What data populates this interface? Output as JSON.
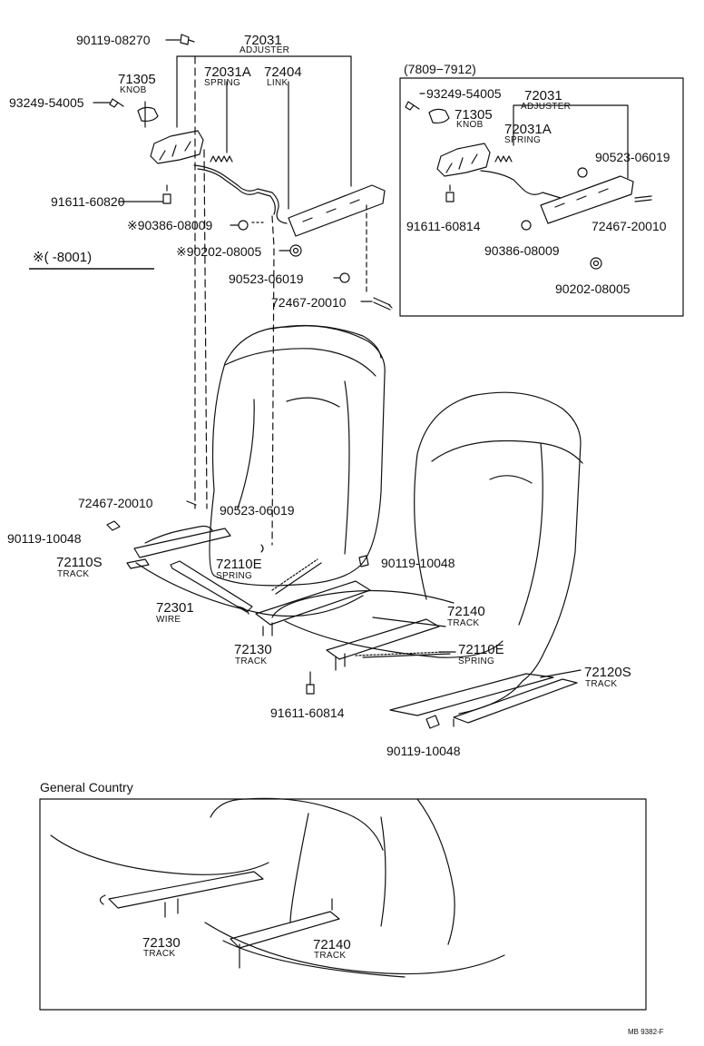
{
  "labels": {
    "p_90119_08270": "90119-08270",
    "adj_num": "72031",
    "adj_name": "ADJUSTER",
    "knob_num": "71305",
    "knob_name": "KNOB",
    "spring_num": "72031A",
    "spring_name": "SPRING",
    "link_num": "72404",
    "link_name": "LINK",
    "p_93249": "93249-54005",
    "p_91611_60820": "91611-60820",
    "p_90386": "※90386-08009",
    "p_90202": "※90202-08005",
    "p_90523": "90523-06019",
    "p_72467": "72467-20010",
    "p_72467_b": "72467-20010",
    "p_90523_b": "90523-06019",
    "p_90119_10048_a": "90119-10048",
    "p_90119_10048_b": "90119-10048",
    "p_90119_10048_c": "90119-10048",
    "track_72110s": "72110S",
    "track_word_a": "TRACK",
    "spring_72110e_a": "72110E",
    "spring_word_a": "SPRING",
    "wire_num": "72301",
    "wire_name": "WIRE",
    "track_72130": "72130",
    "track_word_b": "TRACK",
    "track_72140": "72140",
    "track_word_c": "TRACK",
    "spring_72110e_b": "72110E",
    "spring_word_b": "SPRING",
    "track_72120s": "72120S",
    "track_word_d": "TRACK",
    "p_91611_60814": "91611-60814",
    "date_note": "※(      -8001)"
  },
  "inset": {
    "range": "(7809−7912)",
    "p_93249": "93249-54005",
    "adj_num": "72031",
    "adj_name": "ADJUSTER",
    "knob_num": "71305",
    "knob_name": "KNOB",
    "spring_num": "72031A",
    "spring_name": "SPRING",
    "p_90523": "90523-06019",
    "p_91611": "91611-60814",
    "p_72467": "72467-20010",
    "p_90386": "90386-08009",
    "p_90202": "90202-08005"
  },
  "general": {
    "title": "General Country",
    "t1_num": "72130",
    "t1_name": "TRACK",
    "t2_num": "72140",
    "t2_name": "TRACK"
  },
  "footer": {
    "code": "MB 9382-F"
  }
}
